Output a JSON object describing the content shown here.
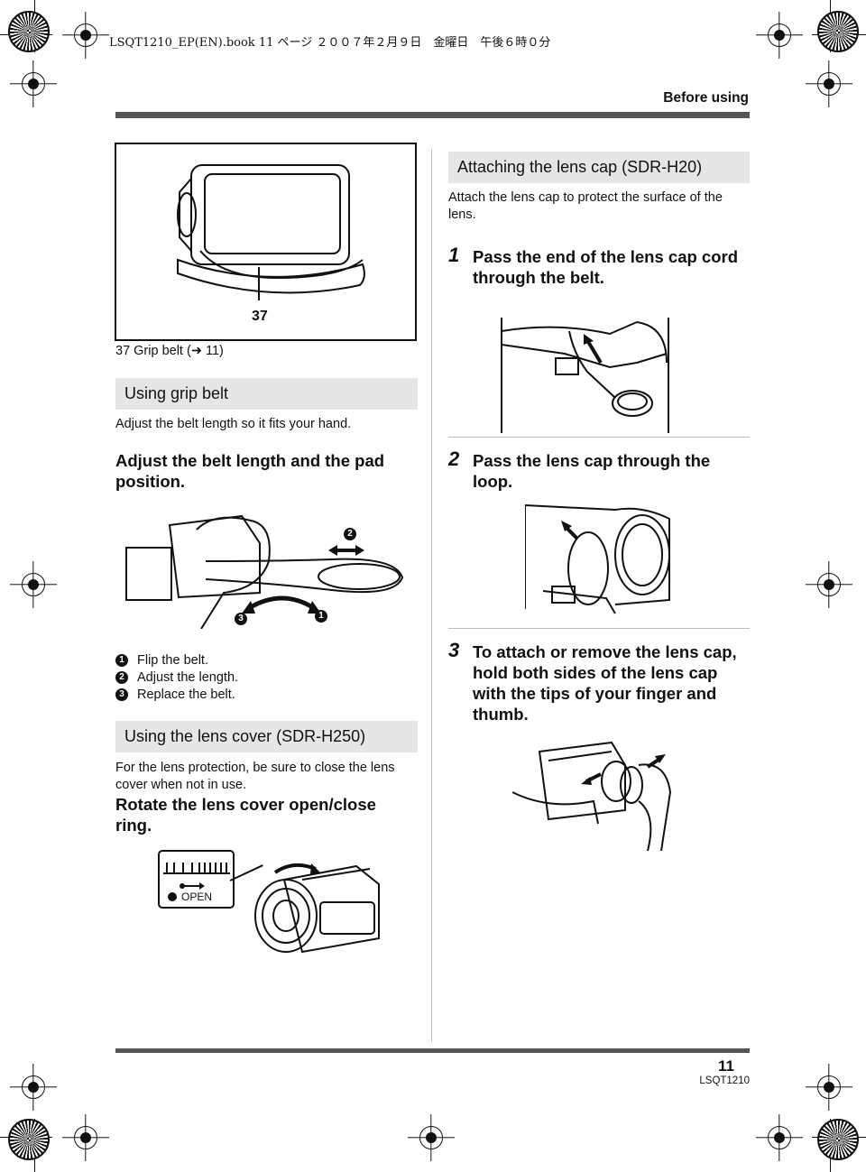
{
  "header": {
    "file_info": "LSQT1210_EP(EN).book  11 ページ  ２００７年２月９日　金曜日　午後６時０分",
    "section": "Before using"
  },
  "left": {
    "figure_callout": "37",
    "grip_caption": "37   Grip belt (➜ 11)",
    "grip_heading": "Using grip belt",
    "grip_body": "Adjust the belt length so it fits your hand.",
    "grip_instruction_1": "Adjust the belt length and the pad",
    "grip_instruction_2": "position.",
    "markers": [
      "1",
      "2",
      "3"
    ],
    "steps": [
      {
        "num": "1",
        "text": "Flip the belt."
      },
      {
        "num": "2",
        "text": "Adjust the length."
      },
      {
        "num": "3",
        "text": "Replace the belt."
      }
    ],
    "cover_heading": "Using the lens cover (SDR-H250)",
    "cover_body_1": "For the lens protection, be sure to close the lens",
    "cover_body_2": "cover when not in use.",
    "cover_instruction_1": "Rotate the lens cover open/close",
    "cover_instruction_2": "ring.",
    "open_label": "OPEN"
  },
  "right": {
    "cap_heading": "Attaching the lens cap (SDR-H20)",
    "cap_body_1": "Attach the lens cap to protect the surface of the",
    "cap_body_2": "lens.",
    "step1_num": "1",
    "step1_line1": "Pass the end of the lens cap cord",
    "step1_line2": "through the belt.",
    "step2_num": "2",
    "step2_line1": "Pass the lens cap through the",
    "step2_line2": "loop.",
    "step3_num": "3",
    "step3_line1": "To attach or remove the lens cap,",
    "step3_line2": "hold both sides of the lens cap",
    "step3_line3": "with the tips of your finger and",
    "step3_line4": "thumb."
  },
  "footer": {
    "page_number": "11",
    "code": "LSQT1210"
  }
}
